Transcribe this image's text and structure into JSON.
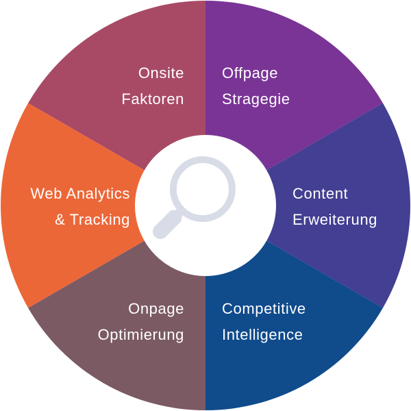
{
  "wheel": {
    "segments": [
      {
        "id": "onsite",
        "lines": [
          "Onsite",
          "Faktoren"
        ],
        "color": "#A84A66",
        "align": "right"
      },
      {
        "id": "offpage",
        "lines": [
          "Offpage",
          "Stragegie"
        ],
        "color": "#7A3496",
        "align": "left"
      },
      {
        "id": "content",
        "lines": [
          "Content",
          "Erweiterung"
        ],
        "color": "#433F92",
        "align": "left"
      },
      {
        "id": "competitive",
        "lines": [
          "Competitive",
          "Intelligence"
        ],
        "color": "#104B8C",
        "align": "left"
      },
      {
        "id": "onpage",
        "lines": [
          "Onpage",
          "Optimierung"
        ],
        "color": "#7B5A64",
        "align": "right"
      },
      {
        "id": "analytics",
        "lines": [
          "Web Analytics",
          "& Tracking"
        ],
        "color": "#EC6738",
        "align": "right"
      }
    ],
    "center_icon": "magnifier-icon",
    "center_color": "#ffffff",
    "icon_color": "#D7DCE6"
  }
}
